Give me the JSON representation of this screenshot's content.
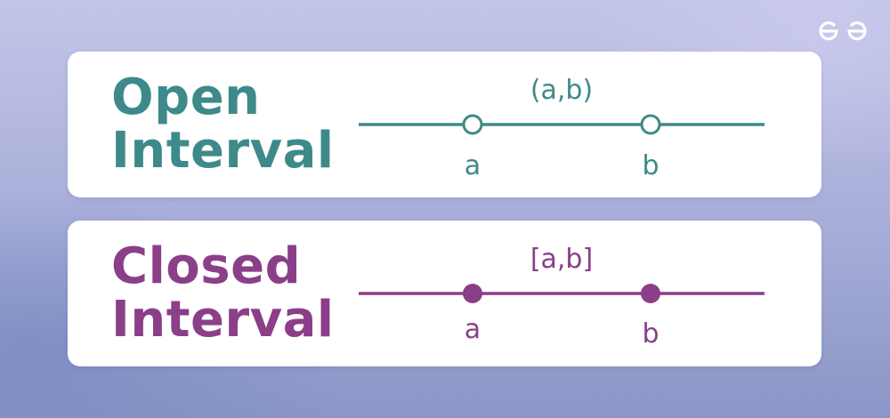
{
  "open_interval": {
    "title_line1": "Open",
    "title_line2": "Interval",
    "notation": "(a,b)",
    "label_a": "a",
    "label_b": "b",
    "color": "#3e8a8a",
    "endpoint_style": "hollow"
  },
  "closed_interval": {
    "title_line1": "Closed",
    "title_line2": "Interval",
    "notation": "[a,b]",
    "label_a": "a",
    "label_b": "b",
    "color": "#8b3f88",
    "endpoint_style": "filled"
  },
  "logo": {
    "icon": "geeksforgeeks-logo-icon"
  }
}
